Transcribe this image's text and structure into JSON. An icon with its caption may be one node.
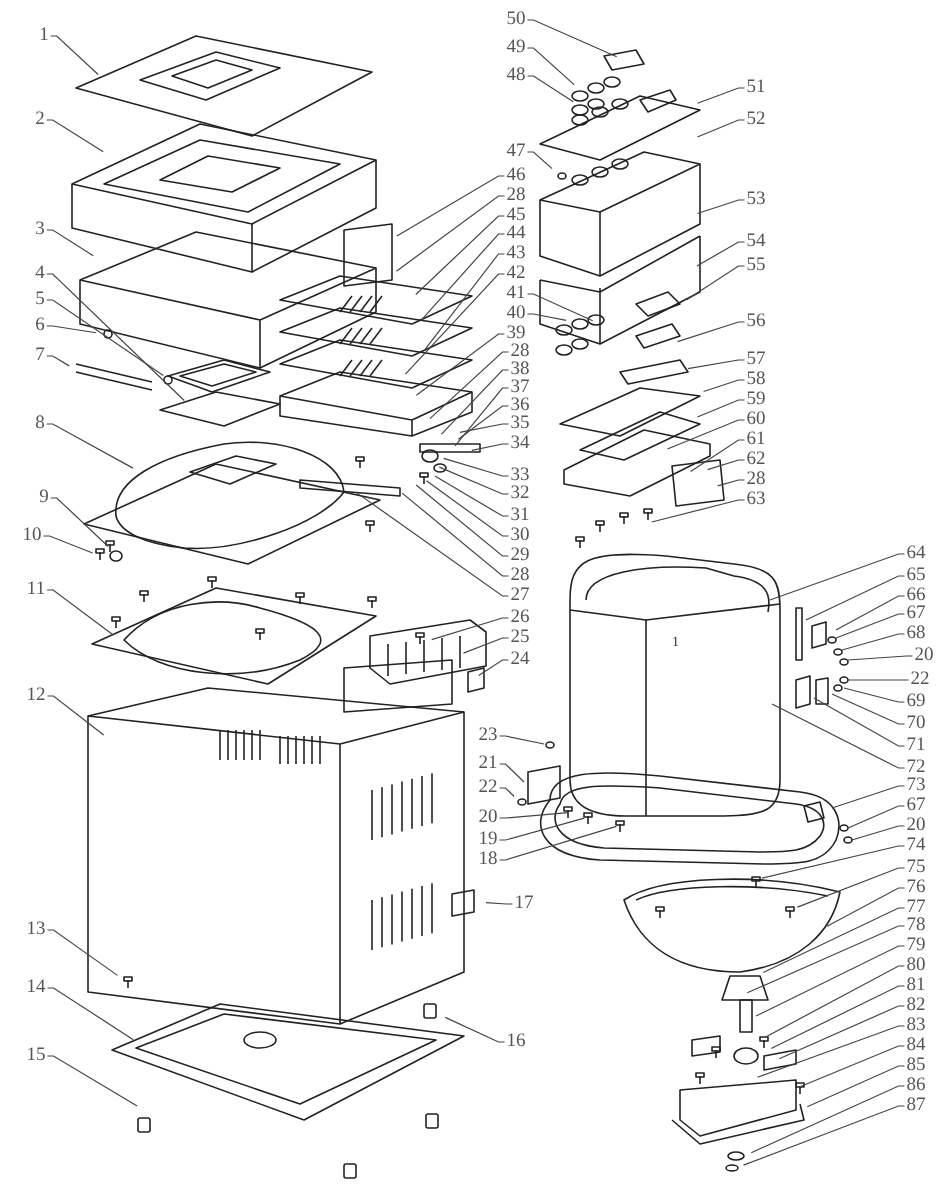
{
  "diagram": {
    "nodes": [
      {
        "text": [
          "1"
        ]
      },
      {
        "text": [
          "2"
        ]
      },
      {
        "text": [
          "3"
        ]
      },
      {
        "text": [
          "4"
        ]
      },
      {
        "text": [
          "5"
        ]
      },
      {
        "text": [
          "6"
        ]
      },
      {
        "text": [
          "7"
        ]
      },
      {
        "text": [
          "8"
        ]
      },
      {
        "text": [
          "9"
        ]
      },
      {
        "text": [
          "10"
        ]
      },
      {
        "text": [
          "11"
        ]
      },
      {
        "text": [
          "12"
        ]
      },
      {
        "text": [
          "13"
        ]
      },
      {
        "text": [
          "14"
        ]
      },
      {
        "text": [
          "15"
        ]
      },
      {
        "text": [
          "50"
        ]
      },
      {
        "text": [
          "49"
        ]
      },
      {
        "text": [
          "48"
        ]
      },
      {
        "text": [
          "47"
        ]
      },
      {
        "text": [
          "46"
        ]
      },
      {
        "text": [
          "28"
        ]
      },
      {
        "text": [
          "45"
        ]
      },
      {
        "text": [
          "44"
        ]
      },
      {
        "text": [
          "43"
        ]
      },
      {
        "text": [
          "42"
        ]
      },
      {
        "text": [
          "41"
        ]
      },
      {
        "text": [
          "40"
        ]
      },
      {
        "text": [
          "39"
        ]
      },
      {
        "text": [
          "28"
        ]
      },
      {
        "text": [
          "38"
        ]
      },
      {
        "text": [
          "37"
        ]
      },
      {
        "text": [
          "36"
        ]
      },
      {
        "text": [
          "35"
        ]
      },
      {
        "text": [
          "34"
        ]
      },
      {
        "text": [
          "33"
        ]
      },
      {
        "text": [
          "32"
        ]
      },
      {
        "text": [
          "31"
        ]
      },
      {
        "text": [
          "30"
        ]
      },
      {
        "text": [
          "29"
        ]
      },
      {
        "text": [
          "28"
        ]
      },
      {
        "text": [
          "27"
        ]
      },
      {
        "text": [
          "26"
        ]
      },
      {
        "text": [
          "25"
        ]
      },
      {
        "text": [
          "24"
        ]
      },
      {
        "text": [
          "23"
        ]
      },
      {
        "text": [
          "21"
        ]
      },
      {
        "text": [
          "22"
        ]
      },
      {
        "text": [
          "20"
        ]
      },
      {
        "text": [
          "19"
        ]
      },
      {
        "text": [
          "18"
        ]
      },
      {
        "text": [
          "17"
        ]
      },
      {
        "text": [
          "16"
        ]
      },
      {
        "text": [
          "51"
        ]
      },
      {
        "text": [
          "52"
        ]
      },
      {
        "text": [
          "53"
        ]
      },
      {
        "text": [
          "54"
        ]
      },
      {
        "text": [
          "55"
        ]
      },
      {
        "text": [
          "56"
        ]
      },
      {
        "text": [
          "57"
        ]
      },
      {
        "text": [
          "58"
        ]
      },
      {
        "text": [
          "59"
        ]
      },
      {
        "text": [
          "60"
        ]
      },
      {
        "text": [
          "61"
        ]
      },
      {
        "text": [
          "62"
        ]
      },
      {
        "text": [
          "28"
        ]
      },
      {
        "text": [
          "63"
        ]
      },
      {
        "text": [
          "64"
        ]
      },
      {
        "text": [
          "65"
        ]
      },
      {
        "text": [
          "66"
        ]
      },
      {
        "text": [
          "67"
        ]
      },
      {
        "text": [
          "68"
        ]
      },
      {
        "text": [
          "20"
        ]
      },
      {
        "text": [
          "22"
        ]
      },
      {
        "text": [
          "69"
        ]
      },
      {
        "text": [
          "70"
        ]
      },
      {
        "text": [
          "71"
        ]
      },
      {
        "text": [
          "72"
        ]
      },
      {
        "text": [
          "73"
        ]
      },
      {
        "text": [
          "67"
        ]
      },
      {
        "text": [
          "20"
        ]
      },
      {
        "text": [
          "74"
        ]
      },
      {
        "text": [
          "75"
        ]
      },
      {
        "text": [
          "76"
        ]
      },
      {
        "text": [
          "77"
        ]
      },
      {
        "text": [
          "78"
        ]
      },
      {
        "text": [
          "79"
        ]
      },
      {
        "text": [
          "80"
        ]
      },
      {
        "text": [
          "81"
        ]
      },
      {
        "text": [
          "82"
        ]
      },
      {
        "text": [
          "83"
        ]
      },
      {
        "text": [
          "84"
        ]
      },
      {
        "text": [
          "85"
        ]
      },
      {
        "text": [
          "86"
        ]
      },
      {
        "text": [
          "87"
        ]
      }
    ],
    "edges": [
      {
        "from": 0,
        "to": null,
        "arrow": "none"
      },
      {
        "from": 1,
        "to": null,
        "arrow": "none"
      },
      {
        "from": 2,
        "to": null,
        "arrow": "none"
      },
      {
        "from": 3,
        "to": null,
        "arrow": "none"
      },
      {
        "from": 4,
        "to": null,
        "arrow": "none"
      },
      {
        "from": 5,
        "to": null,
        "arrow": "none"
      },
      {
        "from": 6,
        "to": null,
        "arrow": "none"
      },
      {
        "from": 7,
        "to": null,
        "arrow": "none"
      },
      {
        "from": 8,
        "to": null,
        "arrow": "none"
      },
      {
        "from": 9,
        "to": null,
        "arrow": "none"
      },
      {
        "from": 10,
        "to": null,
        "arrow": "none"
      },
      {
        "from": 11,
        "to": null,
        "arrow": "none"
      },
      {
        "from": 12,
        "to": null,
        "arrow": "none"
      },
      {
        "from": 13,
        "to": null,
        "arrow": "none"
      },
      {
        "from": 14,
        "to": null,
        "arrow": "none"
      },
      {
        "from": 15,
        "to": null,
        "arrow": "none"
      },
      {
        "from": 16,
        "to": null,
        "arrow": "none"
      },
      {
        "from": 17,
        "to": null,
        "arrow": "none"
      },
      {
        "from": 18,
        "to": null,
        "arrow": "none"
      },
      {
        "from": 19,
        "to": null,
        "arrow": "none"
      },
      {
        "from": 20,
        "to": null,
        "arrow": "none"
      },
      {
        "from": 21,
        "to": null,
        "arrow": "none"
      },
      {
        "from": 22,
        "to": null,
        "arrow": "none"
      },
      {
        "from": 23,
        "to": null,
        "arrow": "none"
      },
      {
        "from": 24,
        "to": null,
        "arrow": "none"
      },
      {
        "from": 25,
        "to": null,
        "arrow": "none"
      },
      {
        "from": 26,
        "to": null,
        "arrow": "none"
      },
      {
        "from": 27,
        "to": null,
        "arrow": "none"
      },
      {
        "from": 28,
        "to": null,
        "arrow": "none"
      },
      {
        "from": 29,
        "to": null,
        "arrow": "none"
      },
      {
        "from": 30,
        "to": null,
        "arrow": "none"
      },
      {
        "from": 31,
        "to": null,
        "arrow": "none"
      },
      {
        "from": 32,
        "to": null,
        "arrow": "none"
      },
      {
        "from": 33,
        "to": null,
        "arrow": "none"
      },
      {
        "from": 34,
        "to": null,
        "arrow": "none"
      },
      {
        "from": 35,
        "to": null,
        "arrow": "none"
      },
      {
        "from": 36,
        "to": null,
        "arrow": "none"
      },
      {
        "from": 37,
        "to": null,
        "arrow": "none"
      },
      {
        "from": 38,
        "to": null,
        "arrow": "none"
      },
      {
        "from": 39,
        "to": null,
        "arrow": "none"
      },
      {
        "from": 40,
        "to": null,
        "arrow": "none"
      },
      {
        "from": 41,
        "to": null,
        "arrow": "none"
      },
      {
        "from": 42,
        "to": null,
        "arrow": "none"
      },
      {
        "from": 43,
        "to": null,
        "arrow": "none"
      },
      {
        "from": 44,
        "to": null,
        "arrow": "none"
      },
      {
        "from": 45,
        "to": null,
        "arrow": "none"
      },
      {
        "from": 46,
        "to": null,
        "arrow": "none"
      },
      {
        "from": 47,
        "to": null,
        "arrow": "none"
      },
      {
        "from": 48,
        "to": null,
        "arrow": "none"
      },
      {
        "from": 49,
        "to": null,
        "arrow": "none"
      },
      {
        "from": 50,
        "to": null,
        "arrow": "none"
      },
      {
        "from": 51,
        "to": null,
        "arrow": "none"
      },
      {
        "from": 52,
        "to": null,
        "arrow": "none"
      },
      {
        "from": 53,
        "to": null,
        "arrow": "none"
      },
      {
        "from": 54,
        "to": null,
        "arrow": "none"
      },
      {
        "from": 55,
        "to": null,
        "arrow": "none"
      },
      {
        "from": 56,
        "to": null,
        "arrow": "none"
      },
      {
        "from": 57,
        "to": null,
        "arrow": "none"
      },
      {
        "from": 58,
        "to": null,
        "arrow": "none"
      },
      {
        "from": 59,
        "to": null,
        "arrow": "none"
      },
      {
        "from": 60,
        "to": null,
        "arrow": "none"
      },
      {
        "from": 61,
        "to": null,
        "arrow": "none"
      },
      {
        "from": 62,
        "to": null,
        "arrow": "none"
      },
      {
        "from": 63,
        "to": null,
        "arrow": "none"
      },
      {
        "from": 64,
        "to": null,
        "arrow": "none"
      },
      {
        "from": 65,
        "to": null,
        "arrow": "none"
      },
      {
        "from": 66,
        "to": null,
        "arrow": "none"
      },
      {
        "from": 67,
        "to": null,
        "arrow": "none"
      },
      {
        "from": 68,
        "to": null,
        "arrow": "none"
      },
      {
        "from": 69,
        "to": null,
        "arrow": "none"
      },
      {
        "from": 70,
        "to": null,
        "arrow": "none"
      },
      {
        "from": 71,
        "to": null,
        "arrow": "none"
      },
      {
        "from": 72,
        "to": null,
        "arrow": "none"
      },
      {
        "from": 73,
        "to": null,
        "arrow": "none"
      },
      {
        "from": 74,
        "to": null,
        "arrow": "none"
      },
      {
        "from": 75,
        "to": null,
        "arrow": "none"
      },
      {
        "from": 76,
        "to": null,
        "arrow": "none"
      },
      {
        "from": 77,
        "to": null,
        "arrow": "none"
      },
      {
        "from": 78,
        "to": null,
        "arrow": "none"
      },
      {
        "from": 79,
        "to": null,
        "arrow": "none"
      },
      {
        "from": 80,
        "to": null,
        "arrow": "none"
      },
      {
        "from": 81,
        "to": null,
        "arrow": "none"
      },
      {
        "from": 82,
        "to": null,
        "arrow": "none"
      },
      {
        "from": 83,
        "to": null,
        "arrow": "none"
      },
      {
        "from": 84,
        "to": null,
        "arrow": "none"
      },
      {
        "from": 85,
        "to": null,
        "arrow": "none"
      },
      {
        "from": 86,
        "to": null,
        "arrow": "none"
      },
      {
        "from": 87,
        "to": null,
        "arrow": "none"
      },
      {
        "from": 88,
        "to": null,
        "arrow": "none"
      },
      {
        "from": 89,
        "to": null,
        "arrow": "none"
      },
      {
        "from": 90,
        "to": null,
        "arrow": "none"
      },
      {
        "from": 91,
        "to": null,
        "arrow": "none"
      },
      {
        "from": 92,
        "to": null,
        "arrow": "none"
      },
      {
        "from": 93,
        "to": null,
        "arrow": "none"
      }
    ],
    "labels": [
      "1"
    ]
  }
}
